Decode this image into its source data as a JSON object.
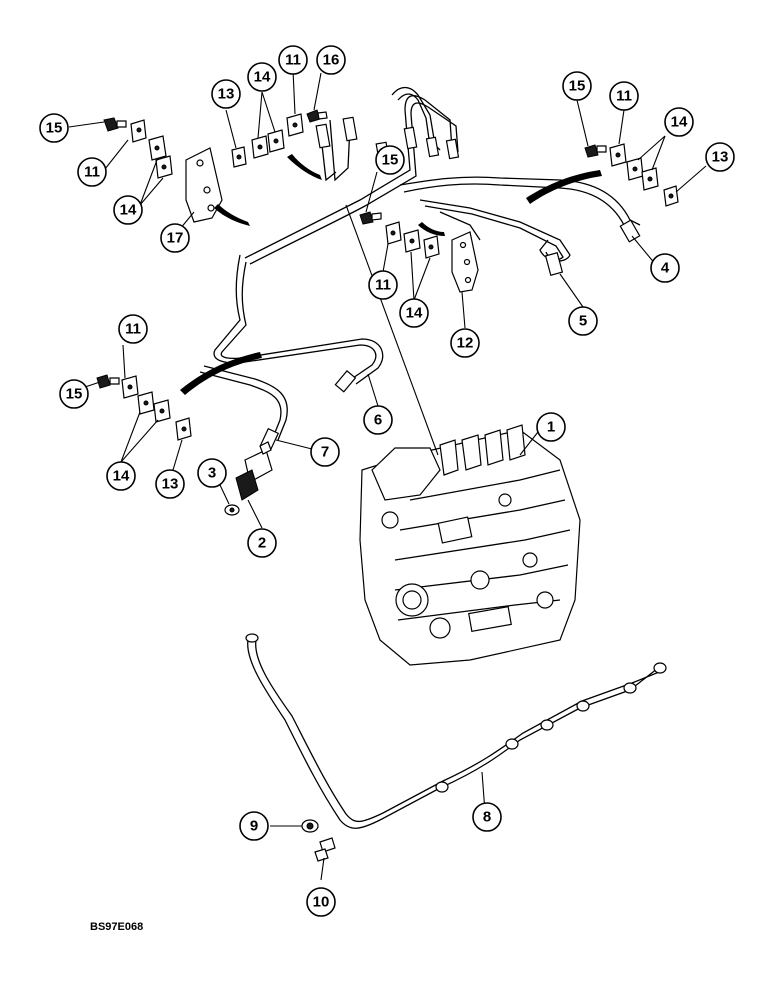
{
  "figure_code": "BS97E068",
  "callout_labels": [
    "1",
    "2",
    "3",
    "4",
    "5",
    "6",
    "7",
    "8",
    "9",
    "10",
    "11",
    "12",
    "13",
    "14",
    "15",
    "16",
    "17"
  ],
  "colors": {
    "ink": "#000000",
    "paper": "#ffffff"
  }
}
